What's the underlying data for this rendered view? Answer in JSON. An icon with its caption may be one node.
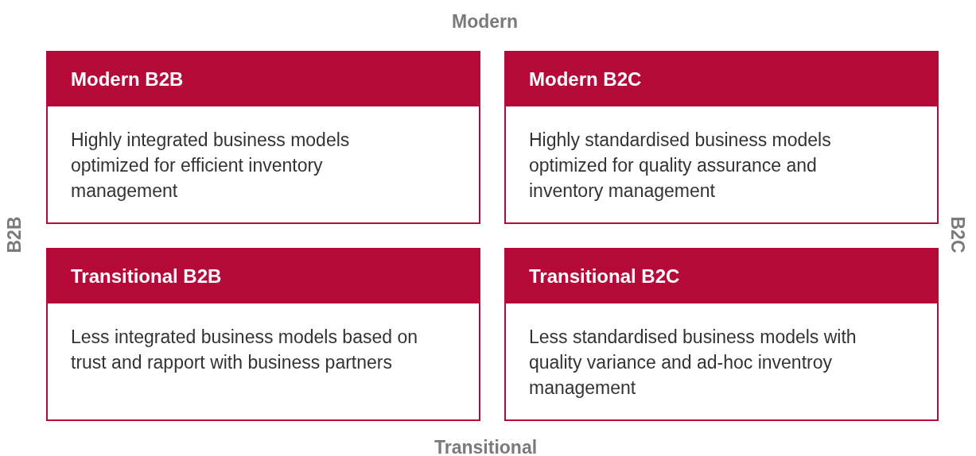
{
  "diagram": {
    "nodes": [
      {
        "text": [
          "Modern B2B",
          "Highly integrated business models optimized for efficient inventory management"
        ]
      },
      {
        "text": [
          "Modern B2C",
          "Highly standardised business models optimized for quality assurance and inventory management"
        ]
      },
      {
        "text": [
          "Transitional B2B",
          "Less integrated business models based on trust and rapport with business partners"
        ]
      },
      {
        "text": [
          "Transitional B2C",
          "Less standardised business models with quality variance and ad-hoc inventroy management"
        ]
      }
    ],
    "labels": [
      "Modern",
      "B2B",
      "B2C",
      "Transitional"
    ]
  }
}
